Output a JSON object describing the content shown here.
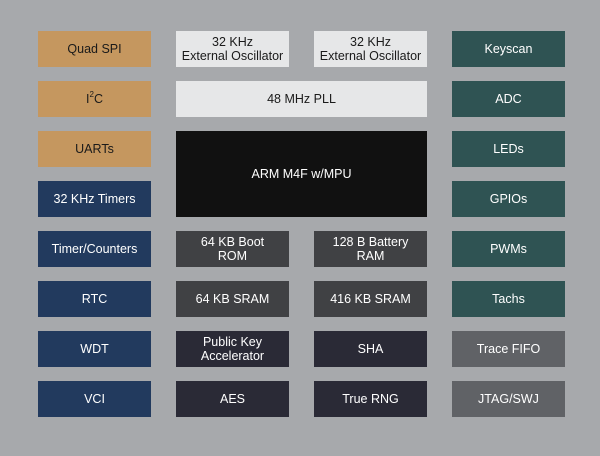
{
  "left_column": {
    "quad_spi": "Quad SPI",
    "i2c": {
      "base": "I",
      "sup": "2",
      "rest": "C"
    },
    "uarts": "UARTs",
    "timers_32khz": "32 KHz Timers",
    "timer_counters": "Timer/Counters",
    "rtc": "RTC",
    "wdt": "WDT",
    "vci": "VCI"
  },
  "center": {
    "osc1": "32 KHz\nExternal Oscillator",
    "osc2": "32 KHz\nExternal Oscillator",
    "pll": "48 MHz PLL",
    "cpu": "ARM M4F w/MPU",
    "boot_rom": "64 KB Boot\nROM",
    "battery_ram": "128 B Battery\nRAM",
    "sram_64": "64 KB SRAM",
    "sram_416": "416 KB SRAM",
    "pka": "Public Key\nAccelerator",
    "sha": "SHA",
    "aes": "AES",
    "rng": "True RNG"
  },
  "right_column": {
    "keyscan": "Keyscan",
    "adc": "ADC",
    "leds": "LEDs",
    "gpios": "GPIOs",
    "pwms": "PWMs",
    "tachs": "Tachs",
    "trace_fifo": "Trace FIFO",
    "jtag": "JTAG/SWJ"
  },
  "colors": {
    "background": "#a7a9ac",
    "tan": "#c5975f",
    "navy": "#223a5e",
    "teal": "#2f5353",
    "grey": "#606266",
    "light": "#e6e7e8",
    "black": "#111111",
    "dark_grey": "#404144",
    "slate": "#2a2a36"
  }
}
